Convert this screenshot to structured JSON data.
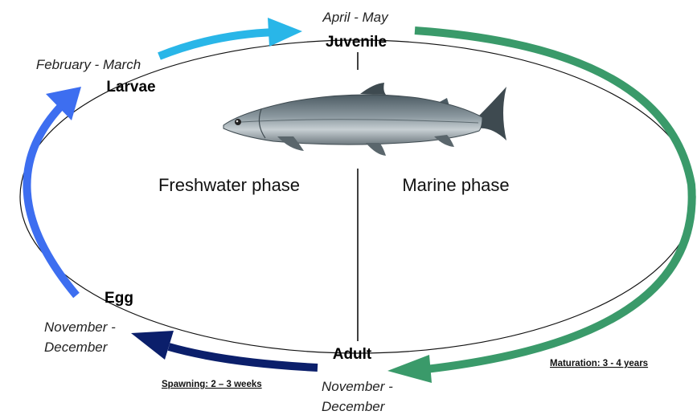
{
  "stages": {
    "juvenile": "Juvenile",
    "larvae": "Larvae",
    "egg": "Egg",
    "adult": "Adult"
  },
  "periods": {
    "juvenile": "April - May",
    "larvae": "February - March",
    "egg_line1": "November -",
    "egg_line2": "December",
    "adult_line1": "November -",
    "adult_line2": "December"
  },
  "phases": {
    "freshwater": "Freshwater phase",
    "marine": "Marine phase"
  },
  "notes": {
    "spawning": "Spawning: 2 – 3 weeks",
    "maturation": "Maturation: 3 - 4 years"
  },
  "colors": {
    "juvenile_arrow": "#29b6e8",
    "larvae_arrow": "#3d6ef0",
    "spawning_arrow": "#0b1f6b",
    "maturation_arrow": "#3a9a6a",
    "fish_body": "#7f8e96",
    "fish_back": "#4c5b63"
  },
  "icons": {
    "fish": "whitefish-photo"
  }
}
